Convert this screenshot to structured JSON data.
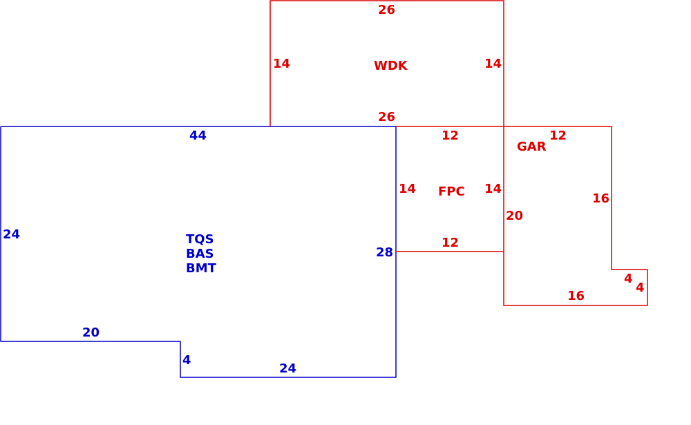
{
  "colors": {
    "main": "#0000cc",
    "addition": "#dd0000",
    "background": "#ffffff"
  },
  "main_area": {
    "codes": [
      "TQS",
      "BAS",
      "BMT"
    ],
    "dims": {
      "top": "44",
      "left": "24",
      "right": "28",
      "bottom_left": "20",
      "step": "4",
      "bottom_right": "24"
    }
  },
  "wdk": {
    "code": "WDK",
    "dims": {
      "top": "26",
      "bottom": "26",
      "left": "14",
      "right": "14"
    }
  },
  "fpc": {
    "code": "FPC",
    "dims": {
      "top": "12",
      "bottom": "12",
      "left": "14",
      "right": "14"
    }
  },
  "gar": {
    "code": "GAR",
    "dims": {
      "top": "12",
      "right": "16",
      "left": "20",
      "bottom": "16",
      "notch_top": "4",
      "notch_right": "4"
    }
  }
}
